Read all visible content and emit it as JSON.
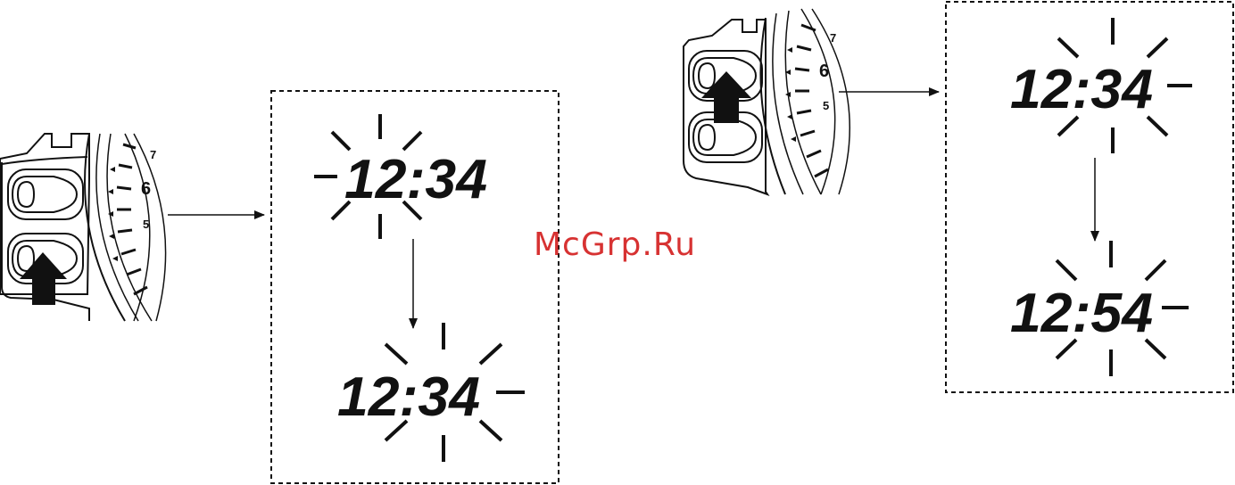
{
  "watermark": "McGrp.Ru",
  "dial_numbers": [
    "7",
    "6",
    "5"
  ],
  "left_panel": {
    "button_pressed": "lower",
    "display_top": {
      "time": "12:34",
      "blinking": "hours"
    },
    "display_bottom": {
      "time": "12:34",
      "blinking": "minutes"
    }
  },
  "right_panel": {
    "button_pressed": "upper",
    "display_top": {
      "time": "12:34",
      "blinking": "minutes"
    },
    "display_bottom": {
      "time": "12:54",
      "blinking": "minutes"
    }
  },
  "colors": {
    "ink": "#111111",
    "watermark": "#d10f0f"
  }
}
